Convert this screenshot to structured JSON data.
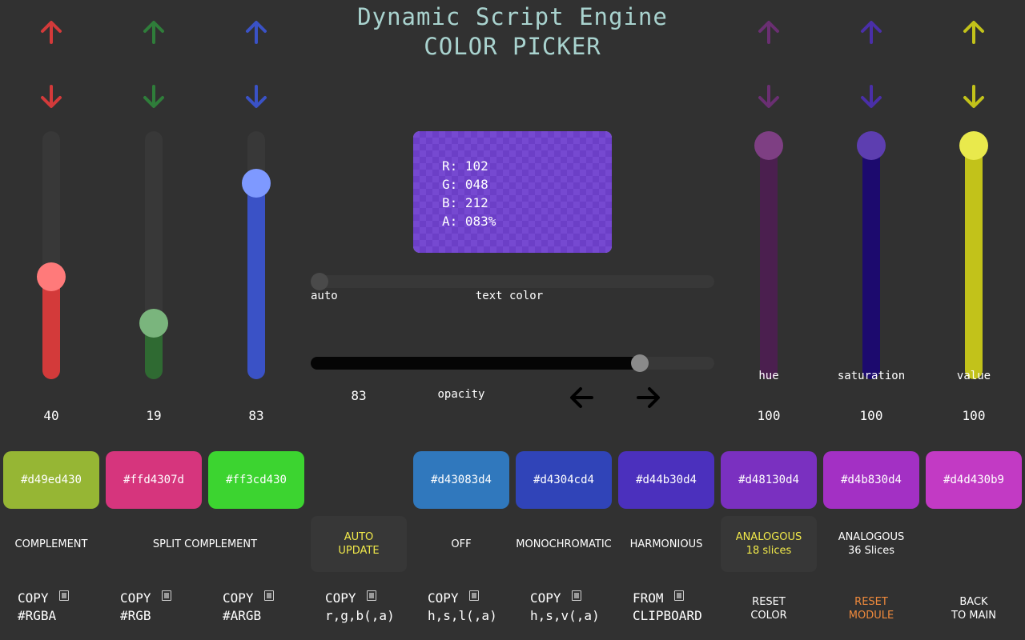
{
  "header": {
    "title_line1": "Dynamic Script Engine",
    "title_line2": "COLOR PICKER"
  },
  "colors": {
    "red": "#d33a3a",
    "red_knob": "#ff7a7a",
    "green": "#2f6a32",
    "green_knob": "#7ab57d",
    "blue": "#3a52c6",
    "blue_knob": "#7e99ff",
    "hue": "#4b1f4f",
    "hue_knob": "#7e3f83",
    "saturation": "#1c0a6e",
    "saturation_knob": "#5d3eb0",
    "value": "#c2c21a",
    "value_knob": "#e9e94c",
    "track": "#383838",
    "arrow_red": "#d33a3a",
    "arrow_green": "#2f7d3a",
    "arrow_blue": "#3a52c6",
    "arrow_hue": "#6a2f72",
    "arrow_saturation": "#4a2fa8",
    "arrow_value": "#c2c21a"
  },
  "sliders": {
    "red": {
      "value": "40",
      "level": 0.4
    },
    "green": {
      "value": "19",
      "level": 0.19
    },
    "blue": {
      "value": "83",
      "level": 0.83
    },
    "hue": {
      "label": "hue",
      "value": "100",
      "level": 1.0
    },
    "saturation": {
      "label": "saturation",
      "value": "100",
      "level": 1.0
    },
    "value": {
      "label": "value",
      "value": "100",
      "level": 1.0
    }
  },
  "preview": {
    "color": "#6630d4",
    "r_label": "R:",
    "r_value": "102",
    "g_label": "G:",
    "g_value": "048",
    "b_label": "B:",
    "b_value": "212",
    "a_label": "A:",
    "a_value": "083%"
  },
  "text_color": {
    "left_label": "auto",
    "label": "text color",
    "level": 0.0
  },
  "opacity": {
    "value": "83",
    "label": "opacity",
    "level": 0.83
  },
  "swatches": [
    {
      "label": "#d49ed430",
      "color": "#96b634"
    },
    {
      "label": "#ffd4307d",
      "color": "#d6357d"
    },
    {
      "label": "#ff3cd430",
      "color": "#3cd430"
    },
    {
      "label": "#d43083d4",
      "color": "#3078bd"
    },
    {
      "label": "#d4304cd4",
      "color": "#3044b8"
    },
    {
      "label": "#d44b30d4",
      "color": "#4b30bd"
    },
    {
      "label": "#d48130d4",
      "color": "#7a30c0"
    },
    {
      "label": "#d4b830d4",
      "color": "#a330c4"
    },
    {
      "label": "#d4d430b9",
      "color": "#c23ac4"
    }
  ],
  "modes": {
    "complement": "COMPLEMENT",
    "split_complement": "SPLIT COMPLEMENT",
    "auto_update_1": "AUTO",
    "auto_update_2": "UPDATE",
    "off": "OFF",
    "monochromatic": "MONOCHROMATIC",
    "harmonious": "HARMONIOUS",
    "analogous18_1": "ANALOGOUS",
    "analogous18_2": "18 slices",
    "analogous36_1": "ANALOGOUS",
    "analogous36_2": "36 Slices"
  },
  "copy_buttons": [
    {
      "l1": "COPY",
      "l2": "#RGBA"
    },
    {
      "l1": "COPY",
      "l2": "#RGB"
    },
    {
      "l1": "COPY",
      "l2": "#ARGB"
    },
    {
      "l1": "COPY",
      "l2": "r,g,b(,a)"
    },
    {
      "l1": "COPY",
      "l2": "h,s,l(,a)"
    },
    {
      "l1": "COPY",
      "l2": "h,s,v(,a)"
    },
    {
      "l1": "FROM",
      "l2": "CLIPBOARD"
    }
  ],
  "actions": {
    "reset_color_1": "RESET",
    "reset_color_2": "COLOR",
    "reset_module_1": "RESET",
    "reset_module_2": "MODULE",
    "back_1": "BACK",
    "back_2": "TO MAIN",
    "reset_module_color": "#f08a3c"
  }
}
